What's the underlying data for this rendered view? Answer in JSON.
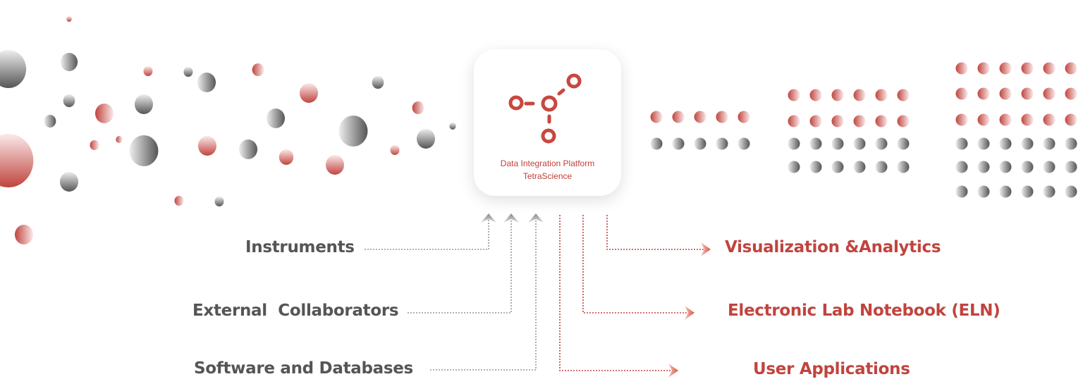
{
  "platform": {
    "title": "Data Integration Platform",
    "brand": "TetraScience",
    "icon": "molecule-nodes-icon"
  },
  "inputs": [
    {
      "label": "Instruments"
    },
    {
      "label": "External  Collaborators"
    },
    {
      "label": "Software and Databases"
    }
  ],
  "outputs": [
    {
      "label": "Visualization &Analytics"
    },
    {
      "label": "Electronic Lab Notebook (ELN)"
    },
    {
      "label": "User Applications"
    }
  ],
  "colors": {
    "accent": "#c0443e",
    "gray": "#555555"
  }
}
